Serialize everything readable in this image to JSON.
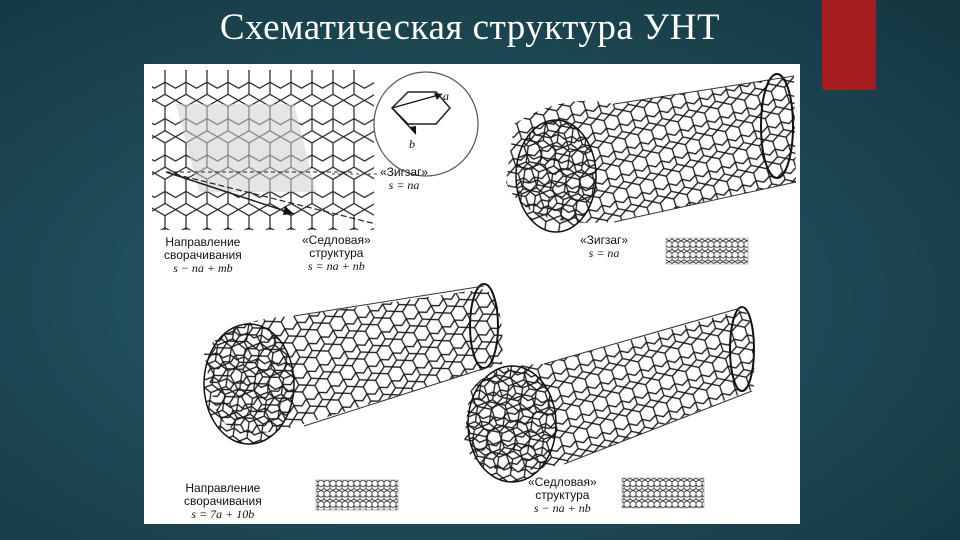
{
  "slide": {
    "title": "Схематическая структура УНТ",
    "accent_color": "#a51c1c"
  },
  "figure": {
    "graphene_panel": {
      "vector_a": "a",
      "vector_b": "b",
      "zigzag_label": "«Зигзаг»",
      "zigzag_formula": "s = na",
      "chiral_dir_line1": "Направление",
      "chiral_dir_line2": "сворачивания",
      "chiral_dir_formula": "s − na + mb",
      "armchair_line1": "«Седловая»",
      "armchair_line2": "структура",
      "armchair_formula": "s = na + nb"
    },
    "zigzag_tube": {
      "label": "«Зигзаг»",
      "formula": "s = na"
    },
    "chiral_tube": {
      "line1": "Направление",
      "line2": "сворачивания",
      "formula": "s = 7a + 10b"
    },
    "armchair_tube": {
      "line1": "«Седловая»",
      "line2": "структура",
      "formula": "s − na + nb"
    }
  }
}
